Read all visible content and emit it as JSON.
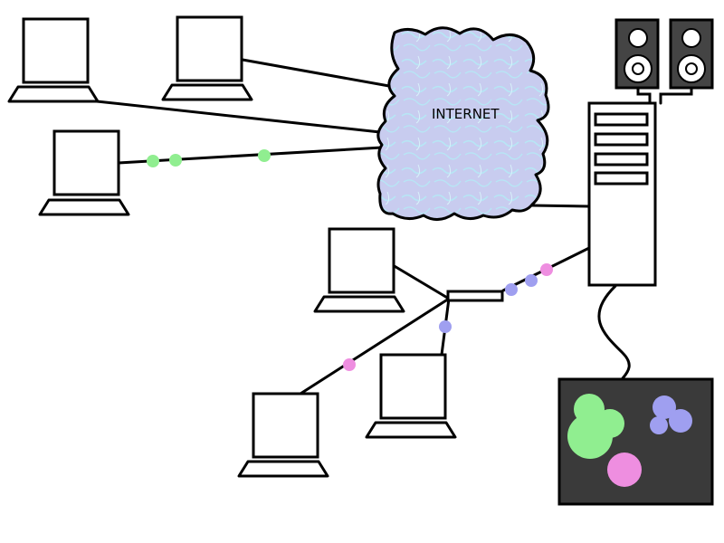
{
  "cloud": {
    "label": "INTERNET",
    "fill_color": "#c8ccef",
    "highlight_color": "#b7e6f5"
  },
  "packet_colors": {
    "green": "#90ee90",
    "blue": "#9f9ff0",
    "pink": "#ee8ee0"
  },
  "display": {
    "background_color": "#3a3a3a",
    "blob_colors": [
      "#90ee90",
      "#9f9ff0",
      "#ee8ee0"
    ]
  },
  "devices": {
    "computers": 6,
    "speakers": 2,
    "server_drive_bays": 4
  }
}
